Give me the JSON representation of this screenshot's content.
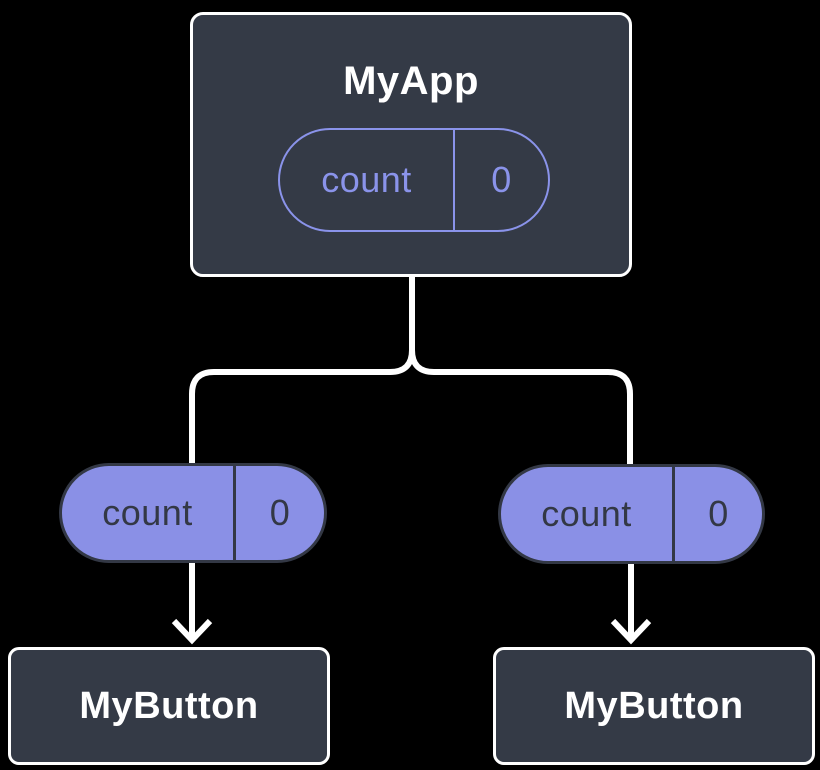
{
  "theme": {
    "background": "#000000",
    "box_fill": "#343a46",
    "box_border": "#ffffff",
    "accent": "#8a93ea",
    "pill_fill": "#8a90e6",
    "pill_dark": "#333845",
    "connector": "#ffffff"
  },
  "diagram": {
    "root": {
      "title": "MyApp",
      "state": {
        "name": "count",
        "value": "0"
      }
    },
    "children": [
      {
        "title": "MyButton",
        "prop": {
          "name": "count",
          "value": "0"
        }
      },
      {
        "title": "MyButton",
        "prop": {
          "name": "count",
          "value": "0"
        }
      }
    ]
  }
}
